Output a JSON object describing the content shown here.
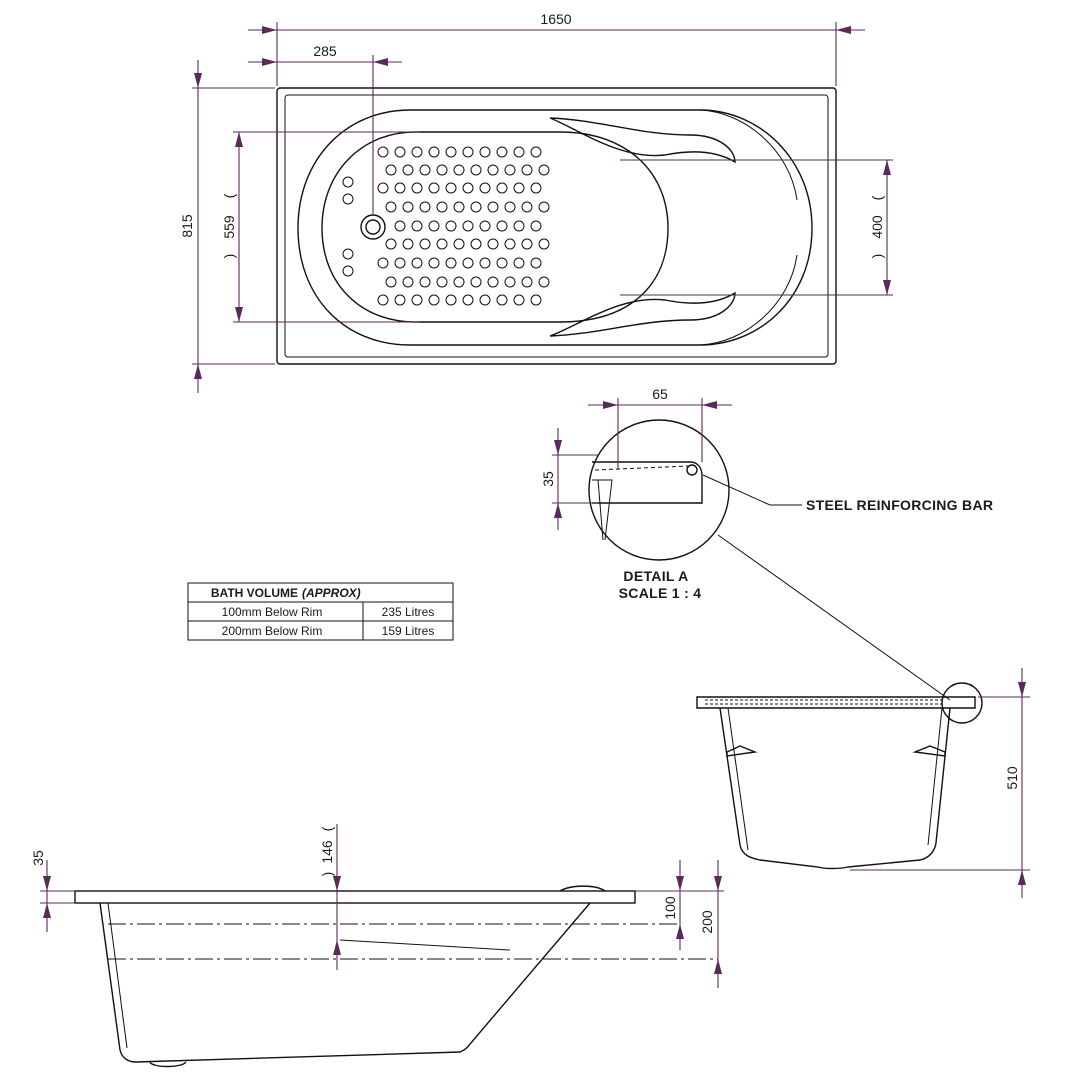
{
  "dimensions": {
    "length": "1650",
    "drain_offset": "285",
    "width": "815",
    "inner_width": "559",
    "headrest_width": "400",
    "detail_width": "65",
    "detail_height": "35",
    "end_height": "510",
    "rim_thickness": "35",
    "drain_depth": "146",
    "level_100": "100",
    "level_200": "200"
  },
  "callouts": {
    "reinforcing": "STEEL REINFORCING BAR",
    "detail_title": "DETAIL A",
    "detail_scale": "SCALE 1 : 4"
  },
  "volume_table": {
    "title": "BATH VOLUME",
    "title_note": "(APPROX)",
    "rows": [
      {
        "label": "100mm Below Rim",
        "value": "235 Litres"
      },
      {
        "label": "200mm Below Rim",
        "value": "159 Litres"
      }
    ]
  },
  "colors": {
    "dimension_lines": "#5a2a5a",
    "outline": "#111111"
  }
}
